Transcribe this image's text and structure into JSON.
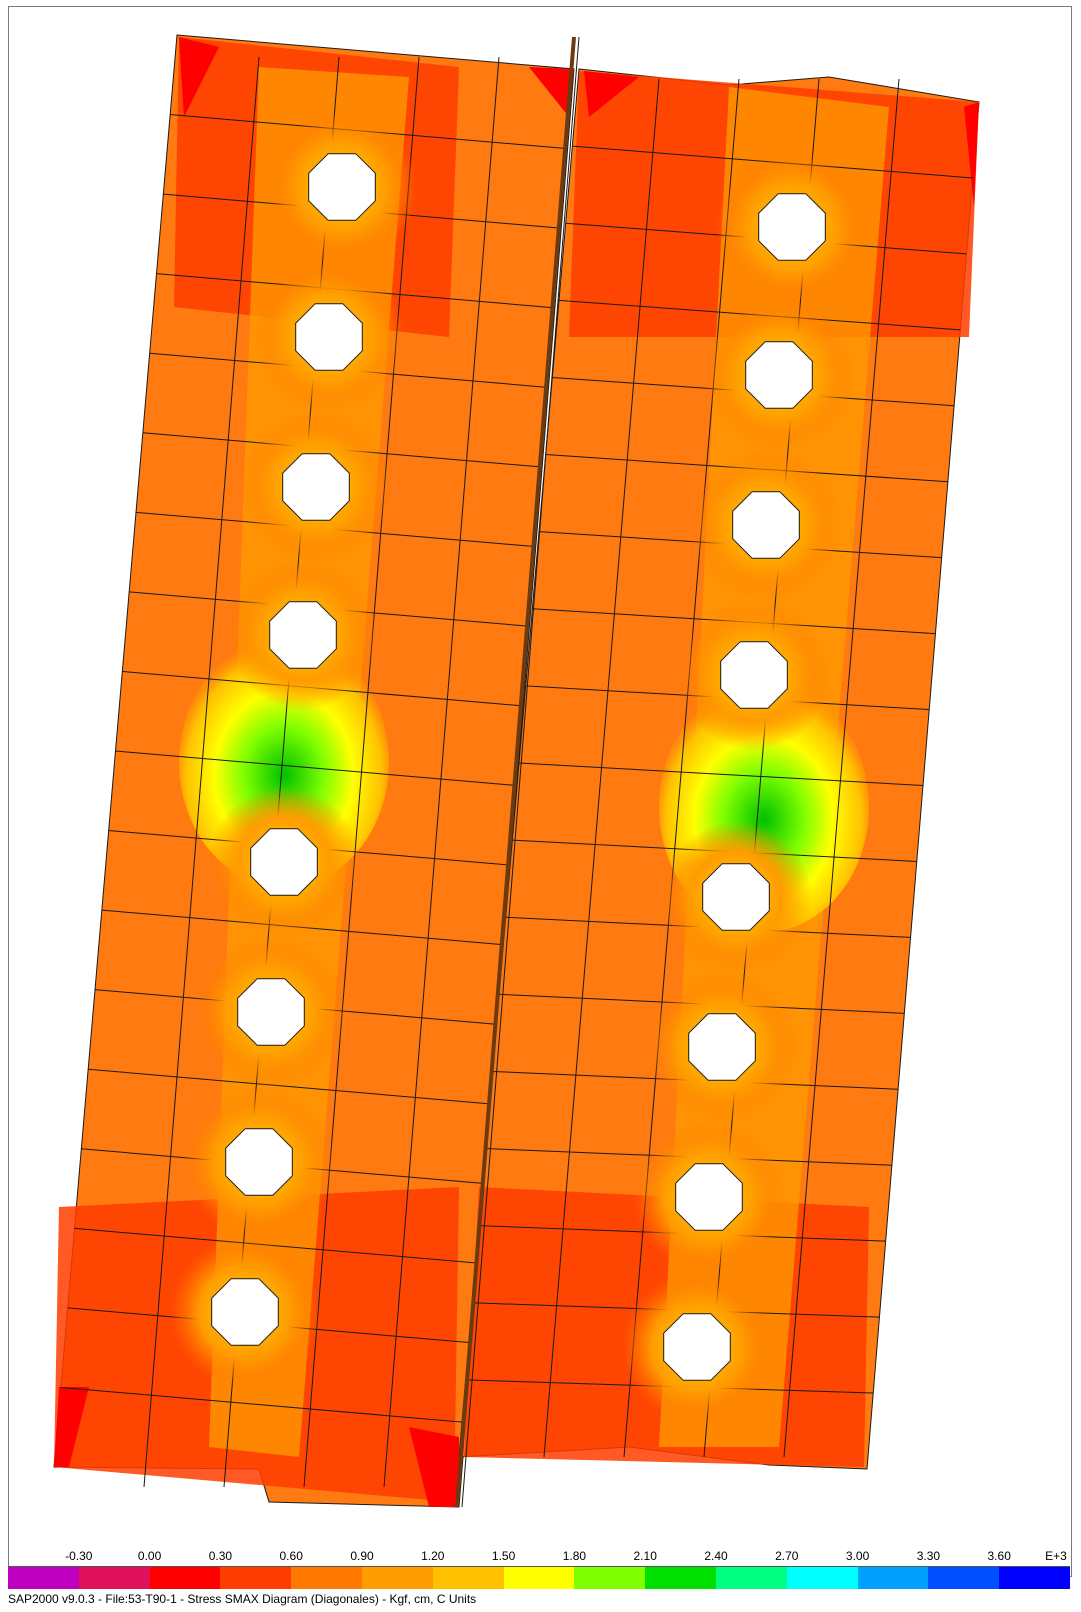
{
  "legend": {
    "ticks": [
      "-0.30",
      "0.00",
      "0.30",
      "0.60",
      "0.90",
      "1.20",
      "1.50",
      "1.80",
      "2.10",
      "2.40",
      "2.70",
      "3.00",
      "3.30",
      "3.60"
    ],
    "exponent": "E+3",
    "colors": [
      "#c000c0",
      "#e0105a",
      "#ff0000",
      "#ff3c00",
      "#ff7800",
      "#ff9c00",
      "#ffc000",
      "#ffff00",
      "#80ff00",
      "#00e000",
      "#00ff80",
      "#00ffff",
      "#00a0ff",
      "#0050ff",
      "#0000ff"
    ]
  },
  "status_bar": {
    "text": "SAP2000 v9.0.3 - File:53-T90-1 -   Stress SMAX Diagram   (Diagonales) - Kgf, cm, C Units"
  },
  "plot": {
    "background_color": "#ff7a10",
    "mesh_line_color": "#1a1a1a",
    "hole_fill": "#ffffff"
  }
}
